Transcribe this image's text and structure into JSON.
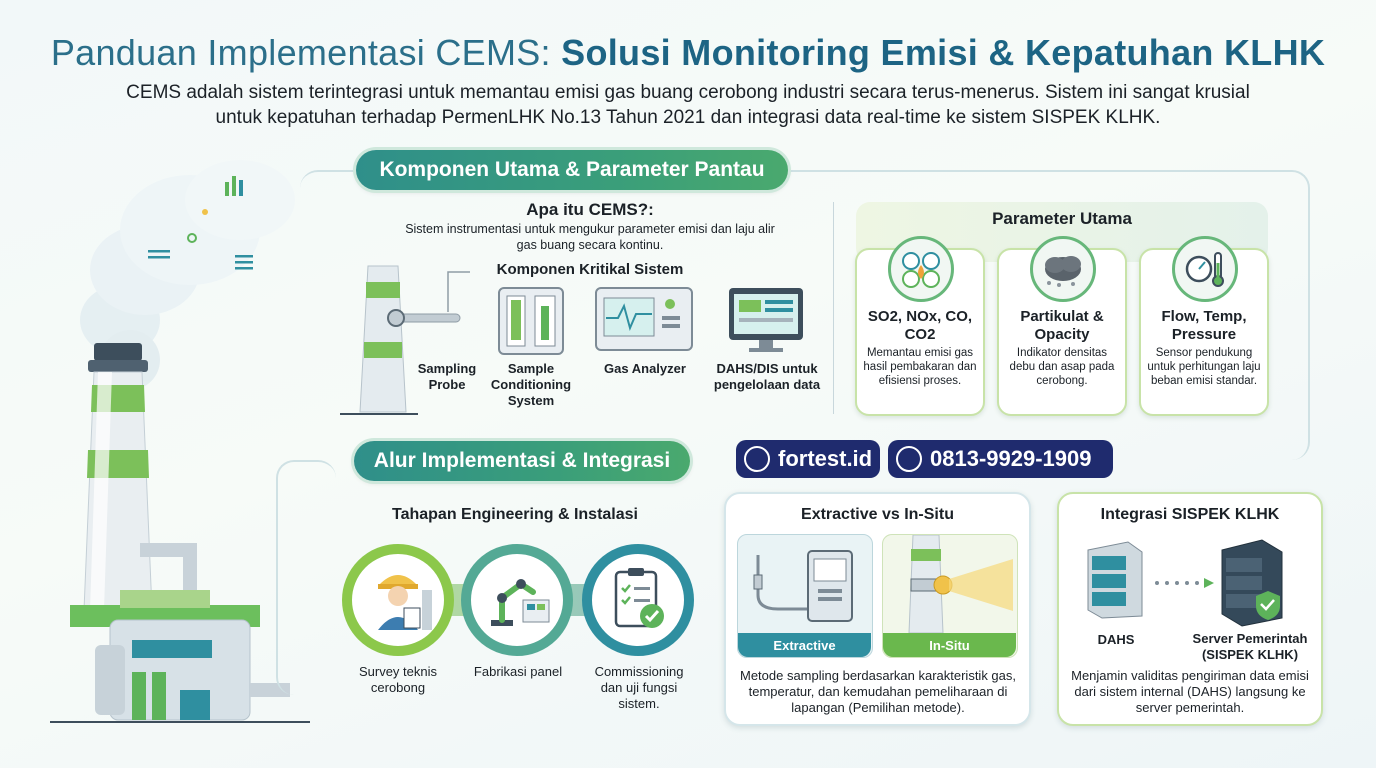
{
  "title": {
    "regular": "Panduan Implementasi CEMS: ",
    "bold": "Solusi Monitoring Emisi & Kepatuhan KLHK"
  },
  "subtitle": "CEMS adalah sistem terintegrasi untuk memantau emisi gas buang cerobong industri secara terus-menerus. Sistem ini sangat krusial untuk kepatuhan terhadap PermenLHK No.13 Tahun 2021 dan integrasi data real-time ke sistem SISPEK KLHK.",
  "section1": {
    "pill": "Komponen Utama & Parameter Pantau",
    "what_title": "Apa itu CEMS?:",
    "what_desc": "Sistem instrumentasi untuk mengukur parameter emisi dan laju alir gas buang secara kontinu.",
    "components_title": "Komponen Kritikal Sistem",
    "components": [
      {
        "label": "Sampling Probe",
        "icon": "probe-icon"
      },
      {
        "label": "Sample Conditioning System",
        "icon": "conditioning-icon"
      },
      {
        "label": "Gas Analyzer",
        "icon": "analyzer-icon"
      },
      {
        "label": "DAHS/DIS untuk pengelolaan data",
        "icon": "monitor-icon"
      }
    ],
    "params_title": "Parameter Utama",
    "params": [
      {
        "name": "SO2, NOx, CO, CO2",
        "desc": "Memantau emisi gas hasil pembakaran dan efisiensi proses.",
        "icon": "gas-molecules-icon"
      },
      {
        "name": "Partikulat & Opacity",
        "desc": "Indikator densitas debu dan asap pada cerobong.",
        "icon": "smoke-cloud-icon"
      },
      {
        "name": "Flow, Temp, Pressure",
        "desc": "Sensor pendukung untuk perhitungan laju beban emisi standar.",
        "icon": "gauge-thermometer-icon"
      }
    ]
  },
  "section2": {
    "pill": "Alur Implementasi & Integrasi",
    "steps_title": "Tahapan Engineering & Instalasi",
    "steps": [
      {
        "label": "Survey teknis cerobong",
        "icon": "worker-icon"
      },
      {
        "label": "Fabrikasi panel",
        "icon": "robot-arm-icon"
      },
      {
        "label": "Commissioning dan uji fungsi sistem.",
        "icon": "checklist-icon"
      }
    ],
    "method_title": "Extractive vs In-Situ",
    "method_tags": [
      "Extractive",
      "In-Situ"
    ],
    "method_desc": "Metode sampling berdasarkan karakteristik gas, temperatur, dan kemudahan pemeliharaan di lapangan (Pemilihan metode).",
    "integration_title": "Integrasi SISPEK KLHK",
    "integration_nodes": [
      "DAHS",
      "Server Pemerintah (SISPEK KLHK)"
    ],
    "integration_desc": "Menjamin validitas pengiriman data emisi dari sistem internal (DAHS) langsung ke server pemerintah."
  },
  "contact": {
    "website": "fortest.id",
    "phone": "0813-9929-1909"
  },
  "colors": {
    "teal": "#2b6f8a",
    "green": "#5db35a",
    "navy": "#1f2b6e"
  }
}
